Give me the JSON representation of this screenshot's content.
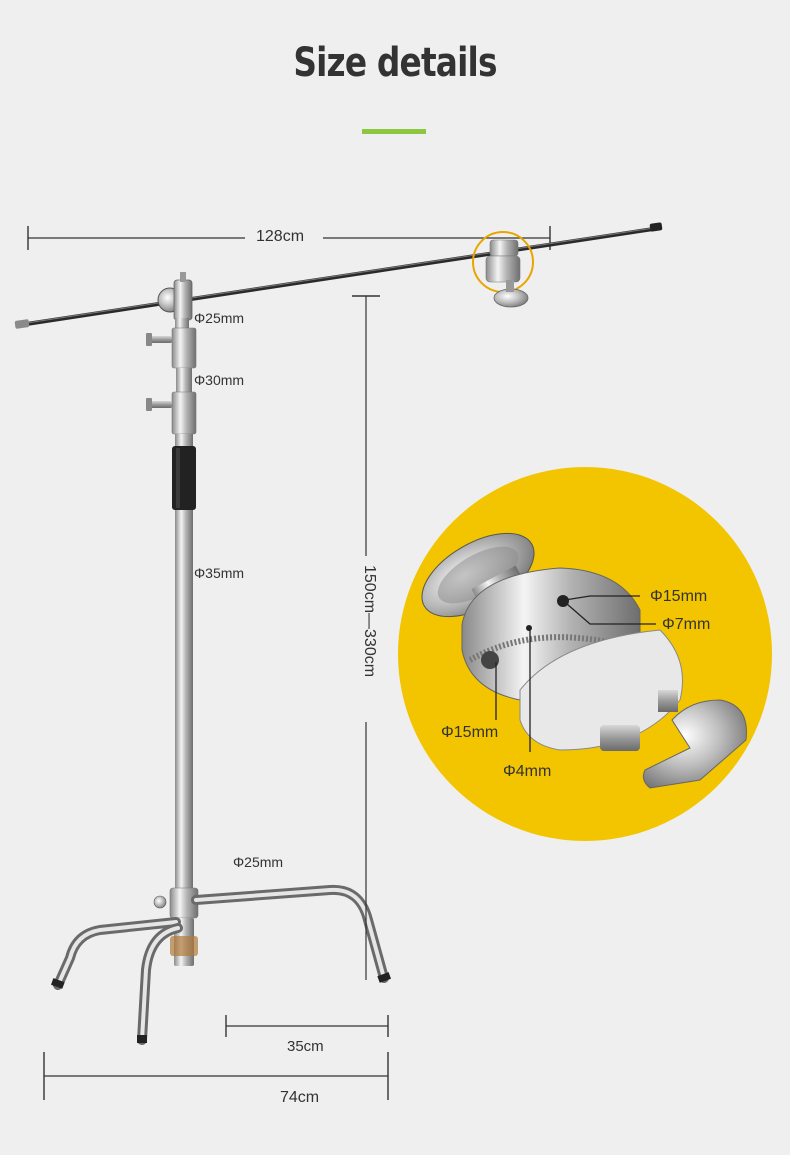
{
  "title": "Size details",
  "colors": {
    "accent": "#8dc63f",
    "highlight": "#f2c500",
    "background": "#efefef",
    "line": "#333333"
  },
  "dimensions": {
    "arm_length": "128cm",
    "height_range": "150cm—330cm",
    "leg_span": "35cm",
    "base_width": "74cm"
  },
  "tube_diameters": {
    "top": "Φ25mm",
    "upper": "Φ30mm",
    "main": "Φ35mm",
    "leg": "Φ25mm"
  },
  "head_detail": {
    "hole_top": "Φ15mm",
    "hole_small": "Φ7mm",
    "hole_side": "Φ15mm",
    "pin": "Φ4mm"
  }
}
